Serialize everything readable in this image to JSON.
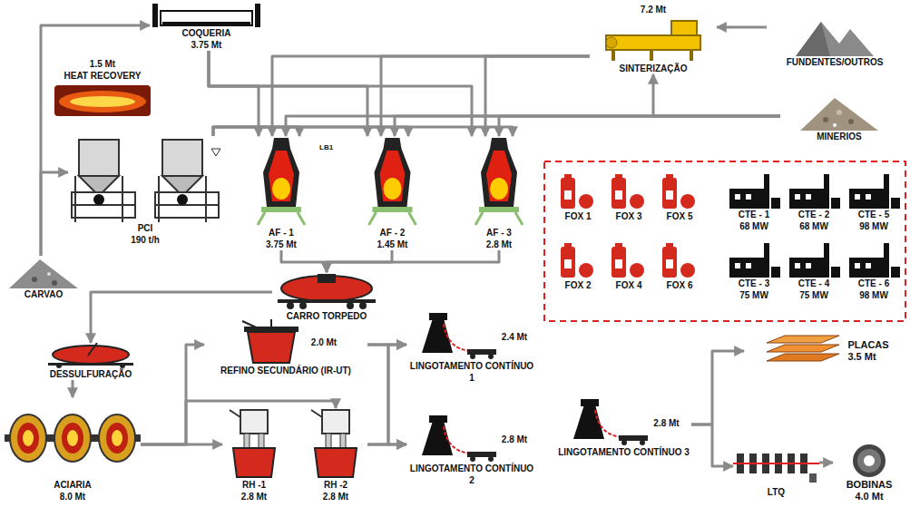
{
  "diagram": {
    "nodes": [
      {
        "text": [
          "COQUERIA",
          "3.75 Mt"
        ]
      },
      {
        "text": [
          "1.5 Mt",
          "HEAT RECOVERY"
        ]
      },
      {
        "text": [
          "7.2 Mt",
          "SINTERIZAÇÃO"
        ]
      },
      {
        "text": [
          "FUNDENTES/OUTROS"
        ]
      },
      {
        "text": [
          "MINERIOS"
        ]
      },
      {
        "text": [
          "PCI",
          "190 t/h"
        ]
      },
      {
        "text": [
          "AF - 1",
          "3.75 Mt"
        ]
      },
      {
        "text": [
          "AF - 2",
          "1.45 Mt"
        ]
      },
      {
        "text": [
          "AF - 3",
          "2.8 Mt"
        ]
      },
      {
        "text": [
          "FOX 1"
        ]
      },
      {
        "text": [
          "FOX 3"
        ]
      },
      {
        "text": [
          "FOX 5"
        ]
      },
      {
        "text": [
          "CTE - 1",
          "68 MW"
        ]
      },
      {
        "text": [
          "CTE - 2",
          "68 MW"
        ]
      },
      {
        "text": [
          "CTE - 5",
          "98 MW"
        ]
      },
      {
        "text": [
          "FOX 2"
        ]
      },
      {
        "text": [
          "FOX 4"
        ]
      },
      {
        "text": [
          "FOX 6"
        ]
      },
      {
        "text": [
          "CTE - 3",
          "75 MW"
        ]
      },
      {
        "text": [
          "CTE - 4",
          "75 MW"
        ]
      },
      {
        "text": [
          "CTE - 6",
          "98 MW"
        ]
      },
      {
        "text": [
          "CARVAO"
        ]
      },
      {
        "text": [
          "CARRO TORPEDO"
        ]
      },
      {
        "text": [
          "DESSULFURAÇÃO"
        ]
      },
      {
        "text": [
          "2.0 Mt",
          "REFINO SECUNDÁRIO (IR-UT)"
        ]
      },
      {
        "text": [
          "2.4 Mt",
          "LINGOTAMENTO CONTÍNUO 1"
        ]
      },
      {
        "text": [
          "ACIARIA",
          "8.0 Mt"
        ]
      },
      {
        "text": [
          "RH -1",
          "2.8 Mt"
        ]
      },
      {
        "text": [
          "RH -2",
          "2.8 Mt"
        ]
      },
      {
        "text": [
          "2.8 Mt",
          "LINGOTAMENTO CONTÍNUO 2"
        ]
      },
      {
        "text": [
          "2.8 Mt",
          "LINGOTAMENTO CONTÍNUO 3"
        ]
      },
      {
        "text": [
          "PLACAS",
          "3.5 Mt"
        ]
      },
      {
        "text": [
          "LTQ"
        ]
      },
      {
        "text": [
          "BOBINAS",
          "4.0 Mt"
        ]
      }
    ],
    "edges": [
      {
        "from": 21,
        "to": 5,
        "arrow": "to"
      },
      {
        "from": 21,
        "to": 0,
        "arrow": "to"
      },
      {
        "from": 0,
        "to": 6,
        "arrow": "to"
      },
      {
        "from": 0,
        "to": 7,
        "arrow": "to"
      },
      {
        "from": 0,
        "to": 8,
        "arrow": "to"
      },
      {
        "from": 2,
        "to": 6,
        "arrow": "to"
      },
      {
        "from": 2,
        "to": 7,
        "arrow": "to"
      },
      {
        "from": 2,
        "to": 8,
        "arrow": "to"
      },
      {
        "from": 3,
        "to": 2,
        "arrow": "to"
      },
      {
        "from": 4,
        "to": 2,
        "arrow": "to"
      },
      {
        "from": 4,
        "to": 6,
        "arrow": "to"
      },
      {
        "from": 4,
        "to": 7,
        "arrow": "to"
      },
      {
        "from": 4,
        "to": 8,
        "arrow": "to"
      },
      {
        "from": 5,
        "to": 6,
        "arrow": "to"
      },
      {
        "from": 5,
        "to": 7,
        "arrow": "to"
      },
      {
        "from": 5,
        "to": 8,
        "arrow": "to"
      },
      {
        "from": 6,
        "to": 22,
        "arrow": "to"
      },
      {
        "from": 7,
        "to": 22,
        "arrow": "to"
      },
      {
        "from": 8,
        "to": 22,
        "arrow": "to"
      },
      {
        "from": 22,
        "to": 23,
        "arrow": "to"
      },
      {
        "from": 23,
        "to": 26,
        "arrow": "to"
      },
      {
        "from": 26,
        "to": 24,
        "arrow": "to"
      },
      {
        "from": 26,
        "to": 27,
        "arrow": "to"
      },
      {
        "from": 26,
        "to": 28,
        "arrow": "to"
      },
      {
        "from": 24,
        "to": 25,
        "arrow": "to"
      },
      {
        "from": 24,
        "to": 29,
        "arrow": "to"
      },
      {
        "from": 28,
        "to": 25,
        "arrow": "to"
      },
      {
        "from": 28,
        "to": 29,
        "arrow": "to"
      },
      {
        "from": 30,
        "to": 31,
        "arrow": "to"
      },
      {
        "from": 30,
        "to": 32,
        "arrow": "to"
      },
      {
        "from": 32,
        "to": 33,
        "arrow": "to"
      }
    ],
    "labels": [
      "LB1"
    ]
  }
}
